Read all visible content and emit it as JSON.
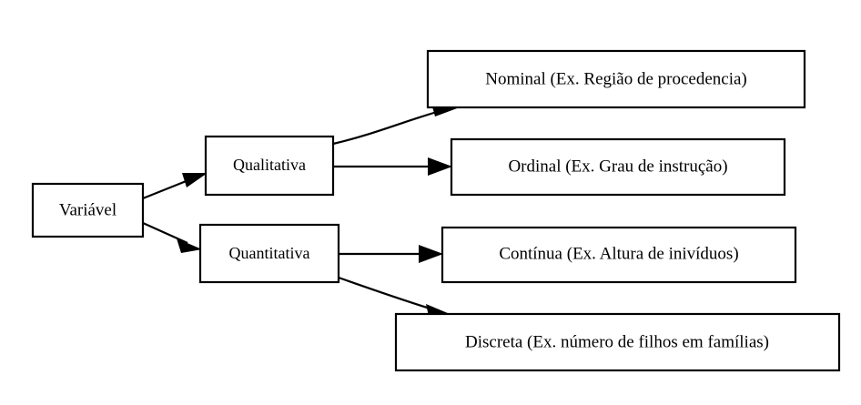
{
  "diagram": {
    "type": "tree-flowchart",
    "orientation": "left-to-right",
    "background_color": "#ffffff",
    "line_color": "#000000",
    "box_fill": "#ffffff",
    "root": {
      "id": "variavel",
      "label": "Variável"
    },
    "level2": [
      {
        "id": "qualitativa",
        "label": "Qualitativa"
      },
      {
        "id": "quantitativa",
        "label": "Quantitativa"
      }
    ],
    "level3": [
      {
        "id": "nominal",
        "label": "Nominal (Ex. Região de procedencia)",
        "parent": "qualitativa"
      },
      {
        "id": "ordinal",
        "label": "Ordinal (Ex. Grau de instrução)",
        "parent": "qualitativa"
      },
      {
        "id": "continua",
        "label": "Contínua (Ex. Altura de inivíduos)",
        "parent": "quantitativa"
      },
      {
        "id": "discreta",
        "label": "Discreta (Ex.  número de filhos em famílias)",
        "parent": "quantitativa"
      }
    ],
    "edges": [
      {
        "from": "variavel",
        "to": "qualitativa"
      },
      {
        "from": "variavel",
        "to": "quantitativa"
      },
      {
        "from": "qualitativa",
        "to": "nominal"
      },
      {
        "from": "qualitativa",
        "to": "ordinal"
      },
      {
        "from": "quantitativa",
        "to": "continua"
      },
      {
        "from": "quantitativa",
        "to": "discreta"
      }
    ]
  }
}
